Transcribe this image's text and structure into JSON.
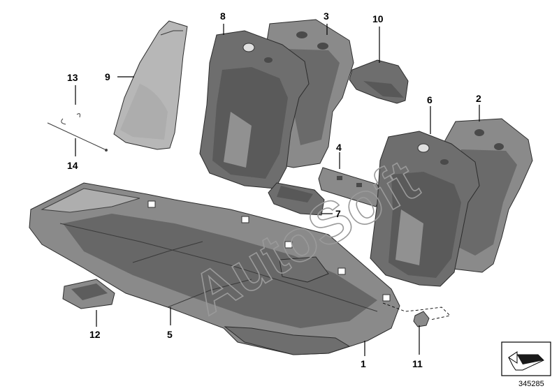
{
  "callouts": {
    "c1": "1",
    "c2": "2",
    "c3": "3",
    "c4": "4",
    "c5": "5",
    "c6": "6",
    "c7": "7",
    "c8": "8",
    "c9": "9",
    "c10": "10",
    "c11": "11",
    "c12": "12",
    "c13": "13",
    "c14": "14"
  },
  "watermark": "AutoSoft",
  "reference_number": "345285",
  "icon": "arrow-corner-icon"
}
